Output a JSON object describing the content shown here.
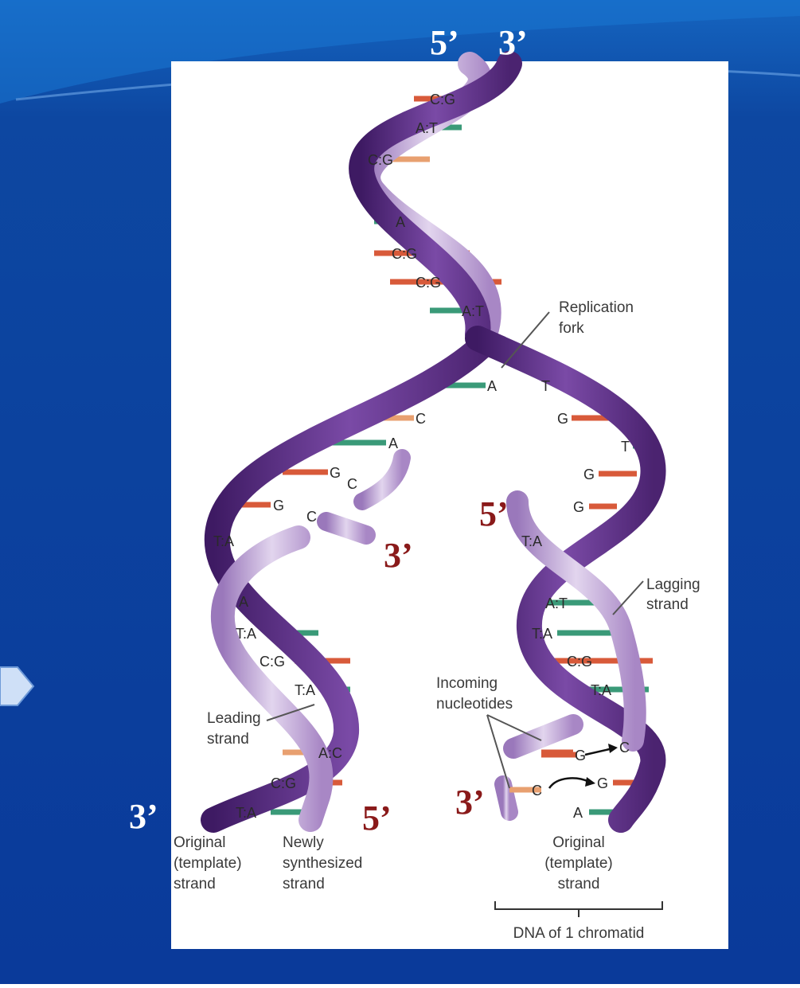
{
  "slide": {
    "background": "#0a3a9a",
    "accent": "#5b8fd8",
    "panel_color": "#ffffff",
    "nav_icon": "chevron-right-icon"
  },
  "diagram": {
    "end_marks": {
      "top_left": "5’",
      "top_right": "3’",
      "mid_left": "3’",
      "mid_right": "5’",
      "bottom_left": "3’",
      "bottom_mid": "5’",
      "bottom_right": "3’"
    },
    "labels": {
      "replication_fork": [
        "Replication",
        "fork"
      ],
      "lagging_strand": [
        "Lagging",
        "strand"
      ],
      "incoming_nucleotides": [
        "Incoming",
        "nucleotides"
      ],
      "leading_strand": [
        "Leading",
        "strand"
      ],
      "original_left": [
        "Original",
        "(template)",
        "strand"
      ],
      "newly_synthesized": [
        "Newly",
        "synthesized",
        "strand"
      ],
      "original_right": [
        "Original",
        "(template)",
        "strand"
      ],
      "chromatid": "DNA of 1 chromatid"
    },
    "base_pairs_top": [
      "C:G",
      "A:T",
      "C:G",
      "A",
      "C:G",
      "C:G",
      "A:T"
    ],
    "left_arm_bases": [
      "A",
      "C",
      "A",
      "G",
      "C",
      "G",
      "C"
    ],
    "left_arm_pairs": [
      "T:A",
      "A",
      "T:A",
      "C:G",
      "T:A",
      "A:C",
      "C:G",
      "T:A"
    ],
    "right_arm_bases": [
      "T",
      "G",
      "T",
      "G",
      "G"
    ],
    "right_arm_pairs": [
      "T:A",
      "A:T",
      "T:A",
      "C:G",
      "T:A"
    ],
    "incoming": [
      "G",
      "C",
      "C",
      "G",
      "A"
    ],
    "colors": {
      "strand_dark": "#5a2a82",
      "strand_light": "#b79ad0",
      "base_red": "#d85a3a",
      "base_green": "#3a9a78",
      "base_peach": "#e8a070"
    }
  }
}
